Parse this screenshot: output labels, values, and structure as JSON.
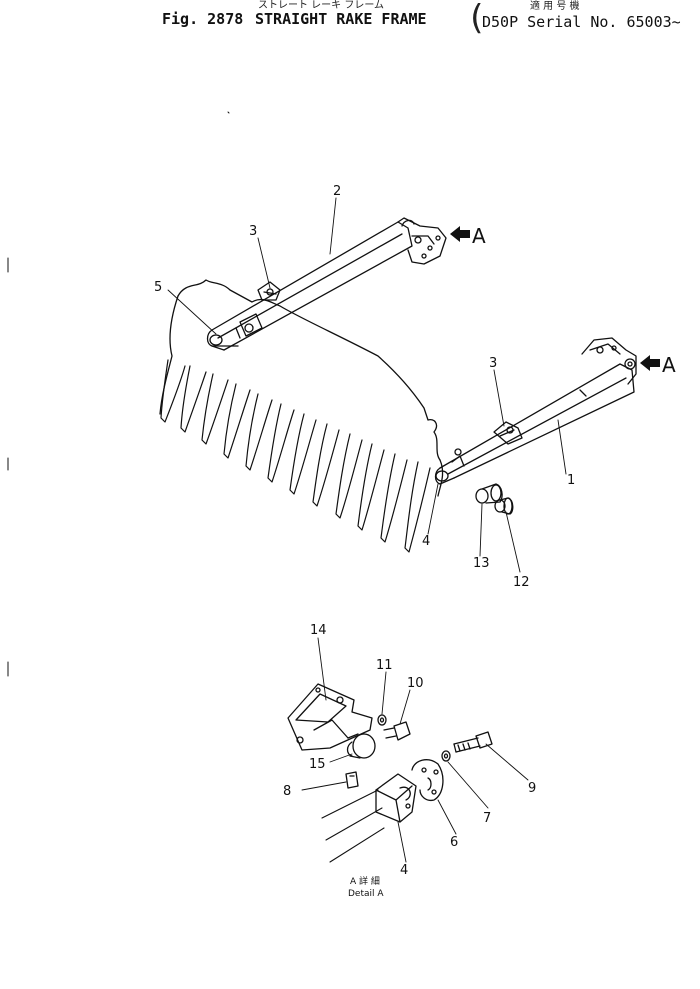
{
  "header": {
    "jp_title": "ストレート レーキ フレーム",
    "fig_label": "Fig. 2878",
    "title": "STRAIGHT RAKE FRAME",
    "jp_serial": "適 用 号 機",
    "serial": "D50P Serial No. 65003~"
  },
  "callouts": [
    "1",
    "2",
    "3",
    "3",
    "4",
    "4",
    "5",
    "6",
    "7",
    "8",
    "9",
    "10",
    "11",
    "12",
    "13",
    "14",
    "15"
  ],
  "view_marker": "A",
  "detail": {
    "jp_label": "A 詳 細",
    "label": "Detail A"
  }
}
